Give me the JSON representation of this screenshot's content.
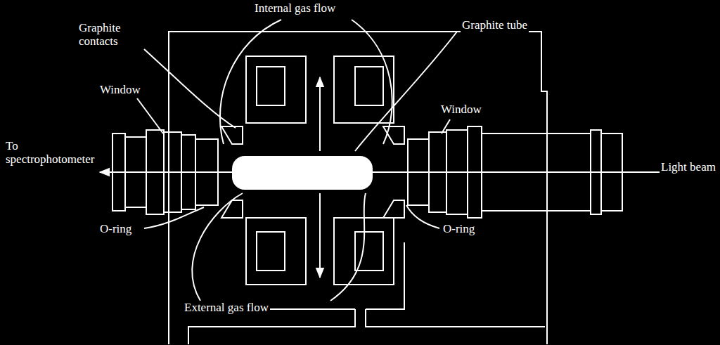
{
  "diagram": {
    "labels": [
      "Internal gas flow",
      "Graphite contacts",
      "Graphite tube",
      "Window",
      "Window",
      "To spectrophotometer",
      "Light beam",
      "O-ring",
      "O-ring",
      "External gas flow"
    ]
  }
}
